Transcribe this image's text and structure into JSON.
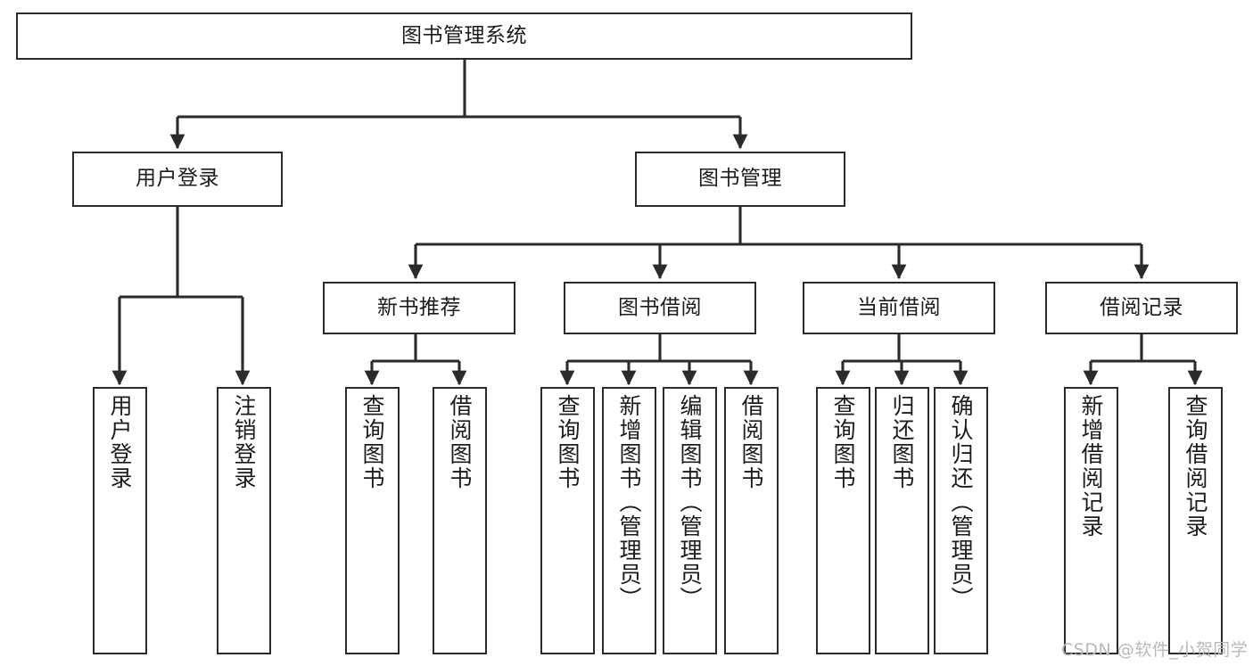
{
  "diagram": {
    "title": "图书管理系统",
    "type": "功能结构图",
    "watermark": "CSDN @软件_小贺同学",
    "colors": {
      "node_border": "#2b2b2b",
      "node_fill": "#ffffff",
      "edge": "#2b2b2b",
      "text": "#1c1c1c",
      "watermark": "#b9b9b9",
      "background": "#ffffff"
    },
    "nodes": {
      "root": {
        "label": "图书管理系统"
      },
      "level2": [
        {
          "id": "user-login",
          "label": "用户登录"
        },
        {
          "id": "book-management",
          "label": "图书管理"
        }
      ],
      "level3": [
        {
          "id": "new-book-recommend",
          "label": "新书推荐"
        },
        {
          "id": "book-borrow",
          "label": "图书借阅"
        },
        {
          "id": "current-borrow",
          "label": "当前借阅"
        },
        {
          "id": "borrow-record",
          "label": "借阅记录"
        }
      ],
      "leaves": {
        "user_login": [
          {
            "id": "leaf-user-login",
            "label": "用户登录"
          },
          {
            "id": "leaf-logout-login",
            "label": "注销登录"
          }
        ],
        "new_book_recommend": [
          {
            "id": "leaf-query-book-1",
            "label": "查询图书"
          },
          {
            "id": "leaf-borrow-book-1",
            "label": "借阅图书"
          }
        ],
        "book_borrow": [
          {
            "id": "leaf-query-book-2",
            "label": "查询图书"
          },
          {
            "id": "leaf-add-book",
            "label": "新增图书（管理员）"
          },
          {
            "id": "leaf-edit-book",
            "label": "编辑图书（管理员）"
          },
          {
            "id": "leaf-borrow-book-2",
            "label": "借阅图书"
          }
        ],
        "current_borrow": [
          {
            "id": "leaf-query-book-3",
            "label": "查询图书"
          },
          {
            "id": "leaf-return-book",
            "label": "归还图书"
          },
          {
            "id": "leaf-confirm-return",
            "label": "确认归还（管理员）"
          }
        ],
        "borrow_record": [
          {
            "id": "leaf-add-borrow-record",
            "label": "新增借阅记录"
          },
          {
            "id": "leaf-query-borrow-record",
            "label": "查询借阅记录"
          }
        ]
      }
    }
  }
}
